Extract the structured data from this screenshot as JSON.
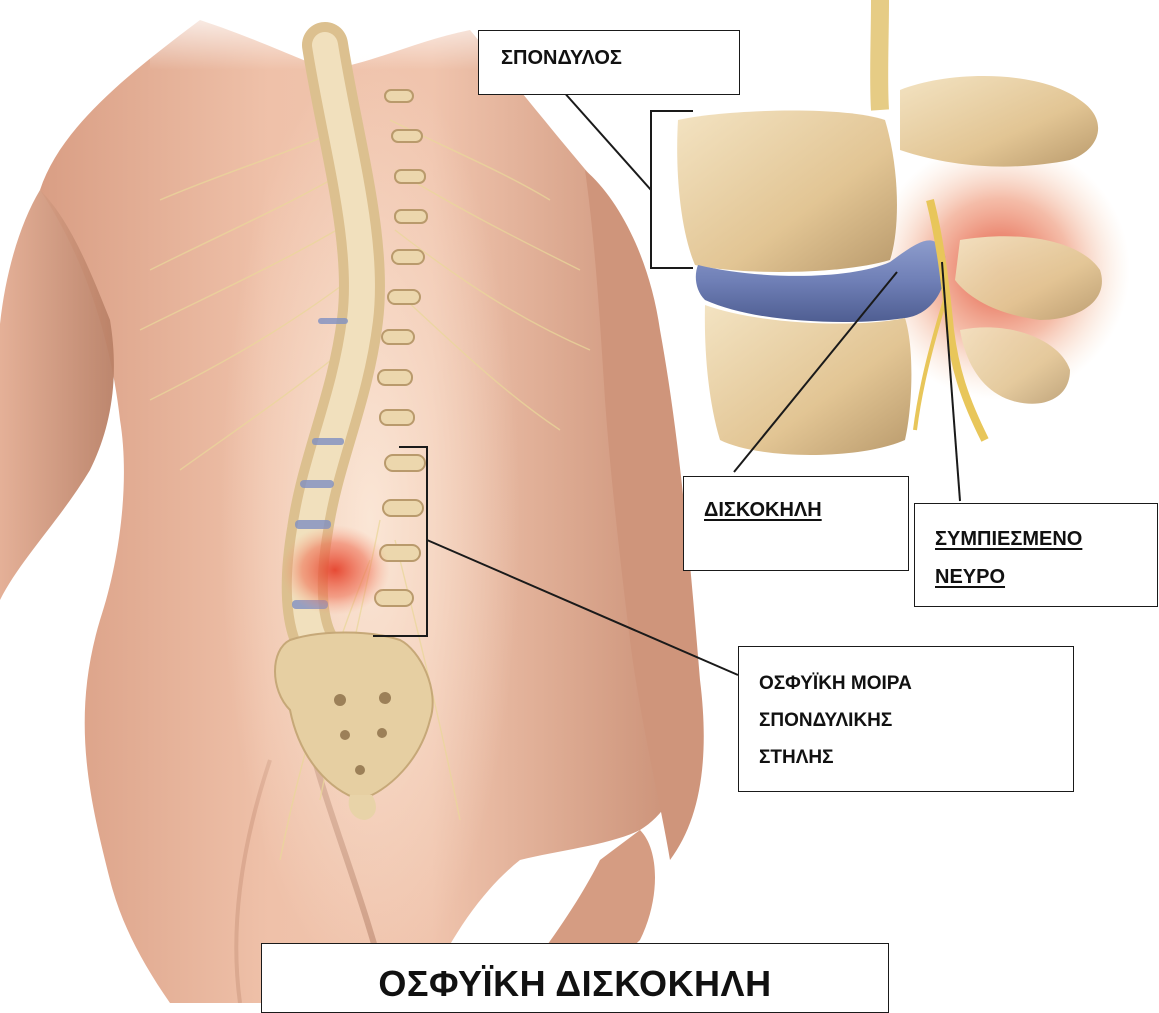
{
  "labels": {
    "vertebra": "ΣΠΟΝΔΥΛΟΣ",
    "herniated_disc": "ΔΙΣΚΟΚΗΛΗ",
    "compressed_nerve_line1": "ΣΥΜΠΙΕΣΜΕΝΟ",
    "compressed_nerve_line2": "ΝΕΥΡΟ",
    "lumbar_line1": "ΟΣΦΥΪΚΗ ΜΟΙΡΑ",
    "lumbar_line2": "ΣΠΟΝΔΥΛΙΚΗΣ",
    "lumbar_line3": "ΣΤΗΛΗΣ"
  },
  "title": "ΟΣΦΥΪΚΗ ΔΙΣΚΟΚΗΛΗ",
  "colors": {
    "skin": "#e9b49a",
    "skin_shadow": "#c98f75",
    "bone": "#e6cfa2",
    "bone_shadow": "#b99a6c",
    "disc": "#6f7fb6",
    "inflammation": "#e5422c",
    "nerve": "#e8c65a",
    "line": "#1a1a1a"
  },
  "icons": [
    "back-anatomy-illustration",
    "spine-segment-illustration"
  ]
}
